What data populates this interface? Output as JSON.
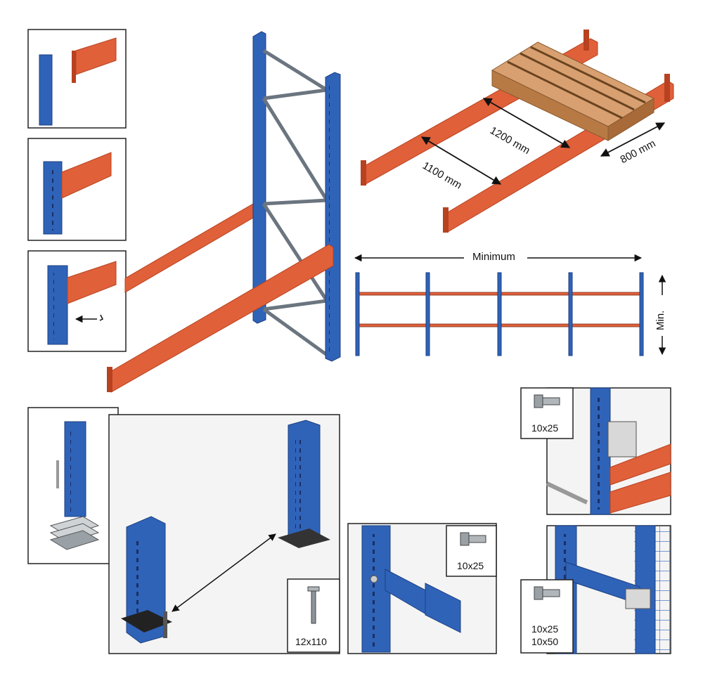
{
  "colors": {
    "upright": "#2f63b8",
    "upright_dark": "#1d3f80",
    "beam": "#e0603a",
    "beam_dark": "#b8421f",
    "pallet": "#c98a55",
    "brace": "#8a939c"
  },
  "pallet_view": {
    "depth_label": "1200 mm",
    "width_label": "800 mm",
    "beam_spacing_label": "1100 mm"
  },
  "front_view": {
    "minimum_label": "Minimum",
    "height_label": "Min."
  },
  "base_detail": {
    "anchor_label": "12x110"
  },
  "beam_bracket_detail": {
    "bolt_label": "10x25"
  },
  "connector_detail": {
    "bolt_label": "10x25"
  },
  "mesh_bracket_detail": {
    "bolt_label_1": "10x25",
    "bolt_label_2": "10x50"
  }
}
